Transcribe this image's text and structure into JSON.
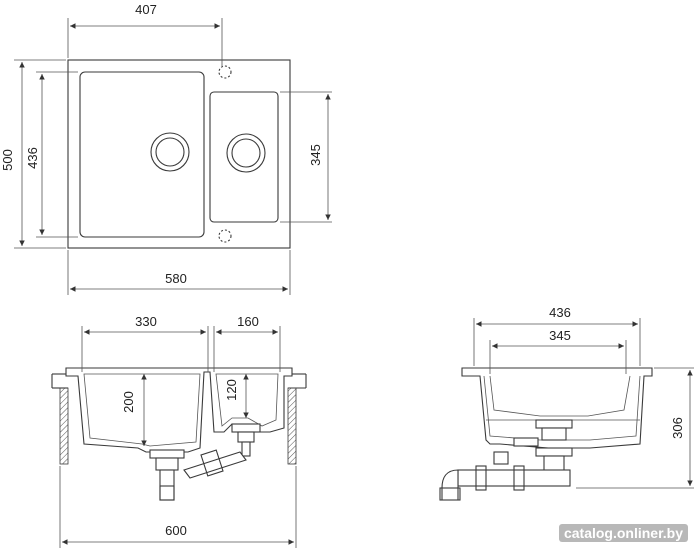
{
  "dimensions": {
    "top_width": "407",
    "overall_height": "500",
    "bowl_height": "436",
    "small_bowl_height": "345",
    "bottom_width": "580",
    "bowl_large_width": "330",
    "bowl_small_width": "160",
    "depth_large": "200",
    "depth_small": "120",
    "cabinet_width": "600",
    "side_width": "436",
    "side_inner_width": "345",
    "side_depth": "306"
  },
  "watermark": "catalog.onliner.by",
  "colors": {
    "line": "#3a3a3a",
    "text": "#222222",
    "watermark_bg": "#b8b8b8"
  }
}
